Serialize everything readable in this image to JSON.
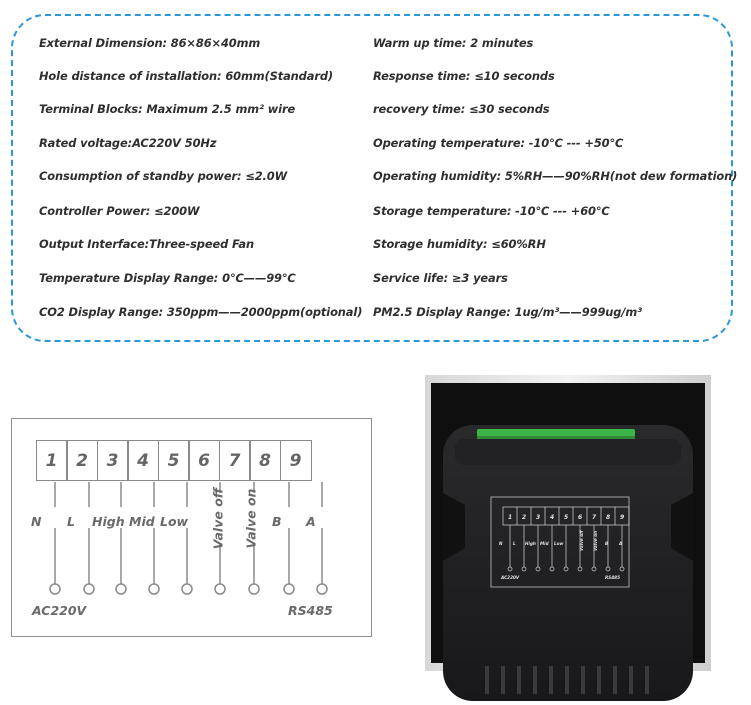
{
  "specs": {
    "left": [
      "External Dimension: 86×86×40mm",
      "Hole distance of installation:  60mm(Standard)",
      "Terminal Blocks: Maximum 2.5 mm² wire",
      "Rated voltage:AC220V 50Hz",
      "Consumption of standby power:  ≤2.0W",
      "Controller Power: ≤200W",
      "Output Interface:Three-speed Fan",
      "Temperature Display Range: 0℃——99℃",
      "CO2 Display Range: 350ppm——2000ppm(optional)"
    ],
    "right": [
      "Warm up time: 2 minutes",
      "Response time: ≤10 seconds",
      "recovery time: ≤30 seconds",
      "Operating temperature: -10℃ --- +50℃",
      "Operating humidity: 5%RH——90%RH(not dew formation)",
      "Storage temperature: -10℃ --- +60℃",
      "Storage humidity: ≤60%RH",
      "Service life: ≥3 years",
      "PM2.5 Display Range: 1ug/m³——999ug/m³"
    ]
  },
  "wiring": {
    "terminals": [
      "1",
      "2",
      "3",
      "4",
      "5",
      "6",
      "7",
      "8",
      "9"
    ],
    "labels": [
      "N",
      "L",
      "High",
      "Mid",
      "Low",
      "Valve off",
      "Valve on",
      "B",
      "A"
    ],
    "power_label": "AC220V",
    "bus_label": "RS485"
  },
  "device": {
    "terminals": [
      "1",
      "2",
      "3",
      "4",
      "5",
      "6",
      "7",
      "8",
      "9"
    ],
    "labels": [
      "N",
      "L",
      "High",
      "Mid",
      "Low",
      "Valve off",
      "Valve on",
      "B",
      "A"
    ],
    "power_label": "AC220V",
    "bus_label": "RS485"
  },
  "colors": {
    "dash_border": "#2b97d6",
    "device_body": "#1f1f21",
    "green_connector": "#3bb54a"
  }
}
